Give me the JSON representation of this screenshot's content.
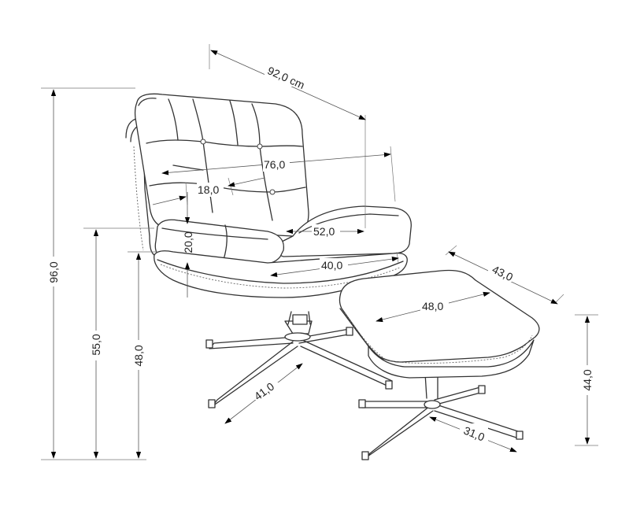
{
  "dimensions": {
    "overall_width": "92,0 cm",
    "seat_width": "76,0",
    "armrest_width": "18,0",
    "seat_depth_front": "52,0",
    "seat_depth": "40,0",
    "armrest_height": "20,0",
    "total_height": "96,0",
    "arm_height": "55,0",
    "seat_height": "48,0",
    "base_radius": "41,0",
    "ottoman_depth": "43,0",
    "ottoman_width": "48,0",
    "ottoman_height": "44,0",
    "ottoman_base_radius": "31,0"
  }
}
